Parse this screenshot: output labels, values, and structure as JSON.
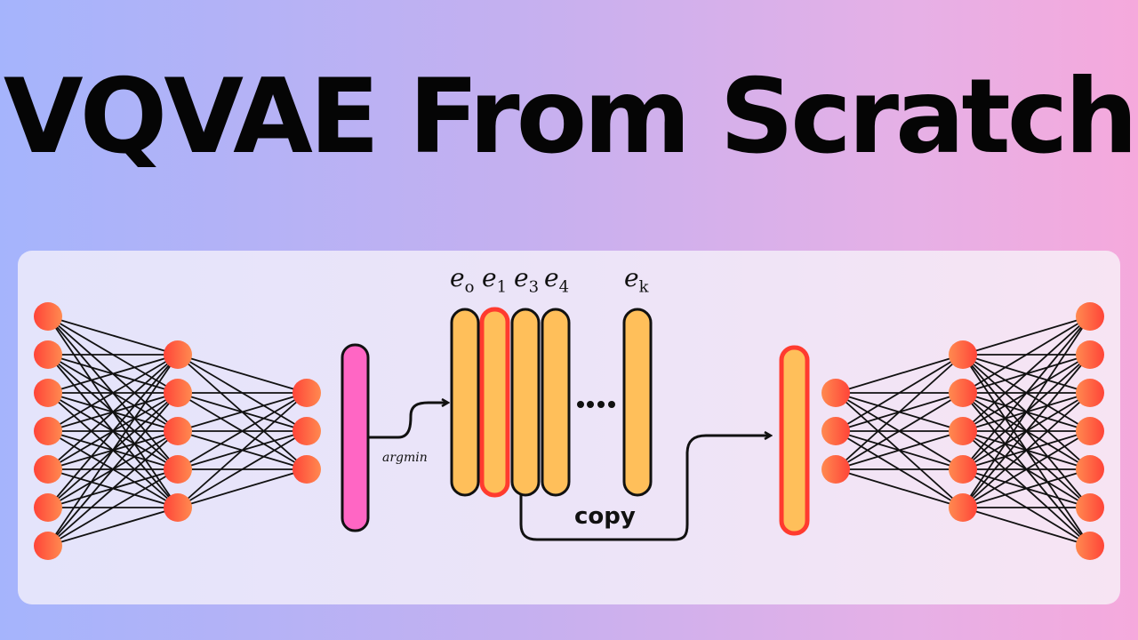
{
  "title": "VQVAE From Scratch",
  "colors": {
    "background_left": "#a5b4fc",
    "background_right": "#f5a9dc",
    "neuron": "#ff5a3c",
    "encoder_output": "#ff66c4",
    "codebook_vector": "#ffbf5a",
    "selected_highlight": "#ff3b2f",
    "line": "#111111"
  },
  "diagram": {
    "encoder": {
      "layers": [
        7,
        5,
        3
      ]
    },
    "encoder_output_label": "",
    "arrow_label": "argmin",
    "codebook": {
      "labels": [
        {
          "base": "e",
          "sub": "o"
        },
        {
          "base": "e",
          "sub": "1"
        },
        {
          "base": "e",
          "sub": "3"
        },
        {
          "base": "e",
          "sub": "4"
        },
        {
          "base": "e",
          "sub": "k"
        }
      ],
      "ellipsis": "....",
      "selected_index": 1
    },
    "copy_label": "copy",
    "decoder": {
      "layers": [
        3,
        5,
        7
      ]
    }
  }
}
